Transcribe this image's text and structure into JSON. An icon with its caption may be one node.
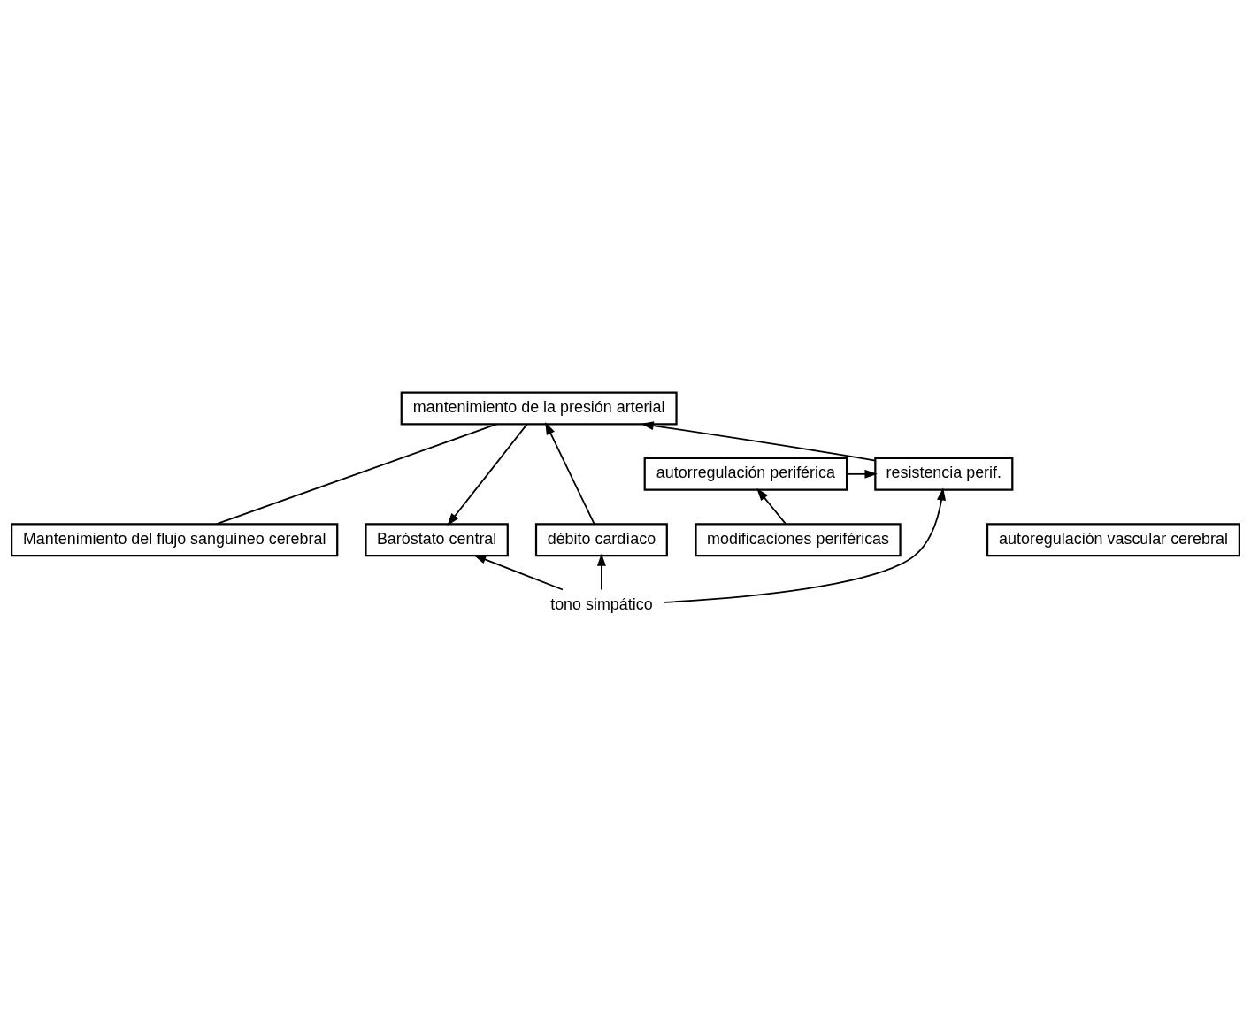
{
  "diagram": {
    "nodes": [
      {
        "text": [
          "Baróstato central"
        ]
      },
      {
        "text": [
          "Mantenimiento del flujo sanguíneo cerebral"
        ]
      },
      {
        "text": [
          "autoregulación vascular cerebral"
        ]
      },
      {
        "text": [
          "mantenimiento de la presión arterial"
        ]
      },
      {
        "text": [
          "débito cardíaco"
        ]
      },
      {
        "text": [
          "modificaciones periféricas"
        ]
      },
      {
        "text": [
          "tono simpático"
        ]
      },
      {
        "text": [
          "resistencia perif."
        ]
      },
      {
        "text": [
          "autorregulación periférica"
        ]
      }
    ],
    "edges": [
      {
        "from": 3,
        "to": 0,
        "arrow": "to"
      },
      {
        "from": 1,
        "to": 3,
        "arrow": "none"
      },
      {
        "from": 6,
        "to": 0,
        "arrow": "to"
      },
      {
        "from": 6,
        "to": 4,
        "arrow": "to"
      },
      {
        "from": 6,
        "to": 7,
        "arrow": "to"
      },
      {
        "from": 4,
        "to": 3,
        "arrow": "to"
      },
      {
        "from": 7,
        "to": 3,
        "arrow": "to"
      },
      {
        "from": 5,
        "to": 8,
        "arrow": "to"
      },
      {
        "from": 8,
        "to": 7,
        "arrow": "to"
      }
    ]
  }
}
